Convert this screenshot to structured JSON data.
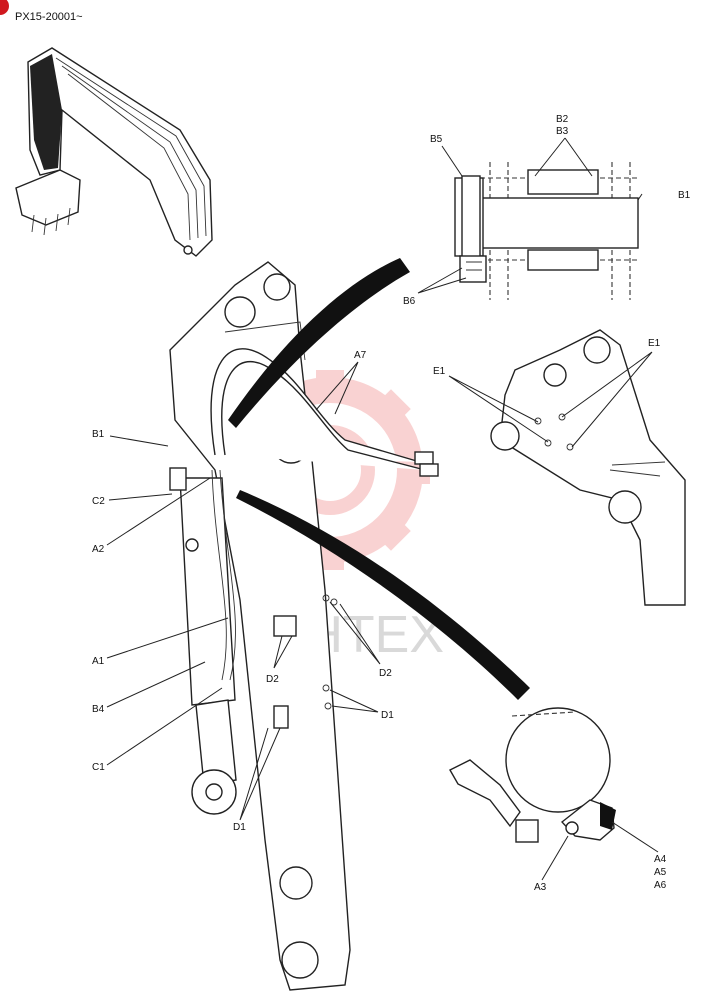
{
  "header": {
    "code": "PX15-20001~",
    "corner_color": "#d0181e"
  },
  "watermark": {
    "text": "MHTEX",
    "color": "#e53935"
  },
  "labels": {
    "b1_top": "B1",
    "b2": "B2",
    "b3": "B3",
    "b5": "B5",
    "b6": "B6",
    "a7": "A7",
    "e1_left": "E1",
    "e1_right": "E1",
    "b1_left": "B1",
    "c2": "C2",
    "a2": "A2",
    "a1": "A1",
    "b4": "B4",
    "c1": "C1",
    "d2_left": "D2",
    "d2_right": "D2",
    "d1_right": "D1",
    "d1_bottom": "D1",
    "a3": "A3",
    "a4": "A4",
    "a5": "A5",
    "a6": "A6"
  }
}
